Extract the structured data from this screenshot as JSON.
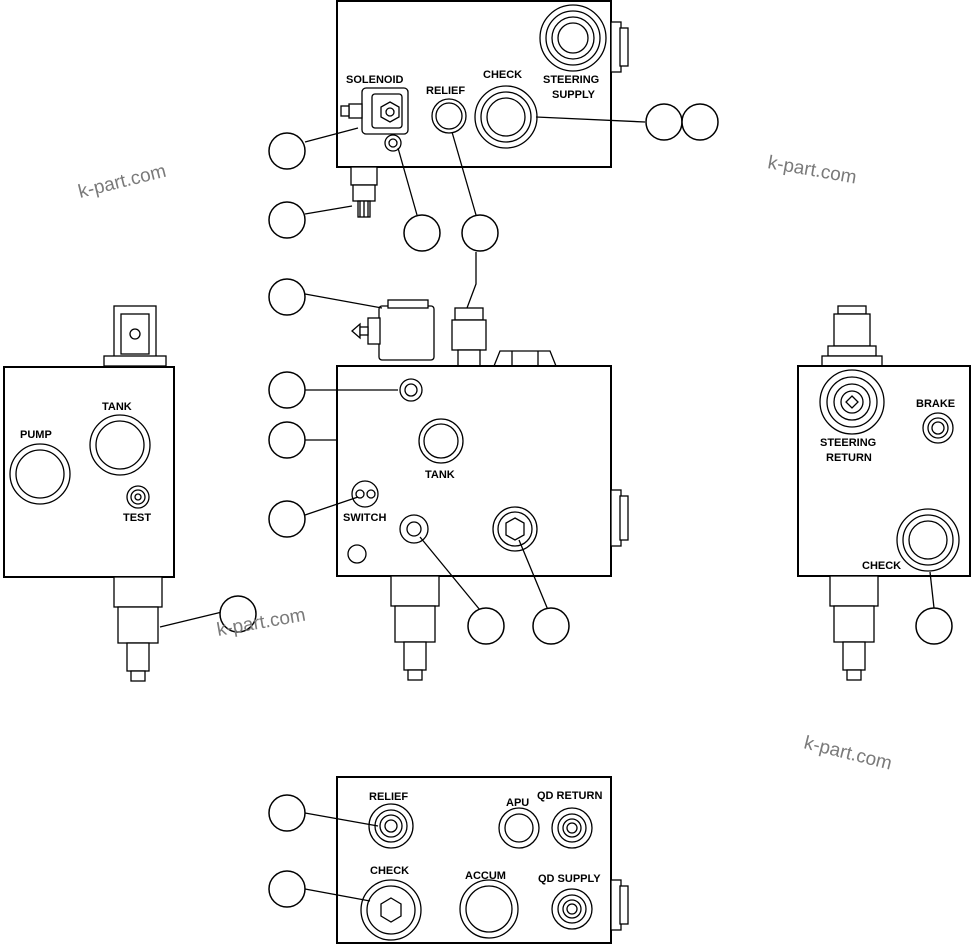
{
  "watermark": "k-part.com",
  "labels": {
    "solenoid": "SOLENOID",
    "relief_top": "RELIEF",
    "check_top": "CHECK",
    "steering_supply_1": "STEERING",
    "steering_supply_2": "SUPPLY",
    "pump": "PUMP",
    "tank_left": "TANK",
    "test": "TEST",
    "tank_center": "TANK",
    "switch": "SWITCH",
    "steering_return_1": "STEERING",
    "steering_return_2": "RETURN",
    "brake": "BRAKE",
    "check_right": "CHECK",
    "relief_bottom": "RELIEF",
    "apu": "APU",
    "qd_return": "QD RETURN",
    "check_bottom": "CHECK",
    "accum": "ACCUM",
    "qd_supply": "QD SUPPLY"
  },
  "colors": {
    "line": "#000000",
    "watermark": "#7a7a7a",
    "background": "#ffffff"
  }
}
